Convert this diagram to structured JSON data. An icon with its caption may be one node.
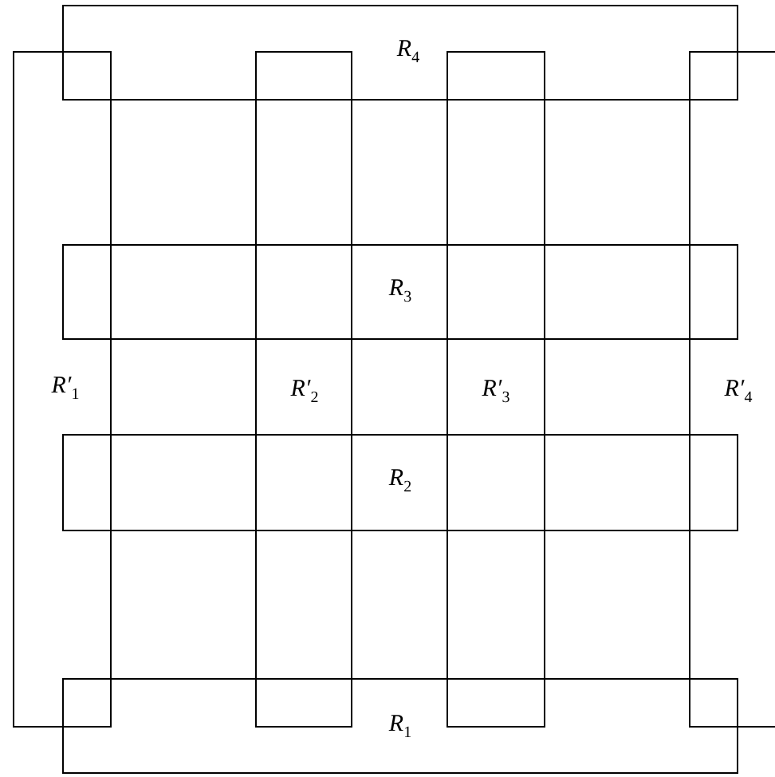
{
  "diagram": {
    "nodes": [
      {
        "text": [
          "R$_{4}$"
        ]
      },
      {
        "text": [
          "R$_{3}$"
        ]
      },
      {
        "text": [
          "R$_{2}$"
        ]
      },
      {
        "text": [
          "R$_{1}$"
        ]
      },
      {
        "text": [
          "R′$_{1}$"
        ]
      },
      {
        "text": [
          "R′$_{2}$"
        ]
      },
      {
        "text": [
          "R′$_{3}$"
        ]
      },
      {
        "text": [
          "R′$_{4}$"
        ]
      }
    ],
    "edges": []
  }
}
